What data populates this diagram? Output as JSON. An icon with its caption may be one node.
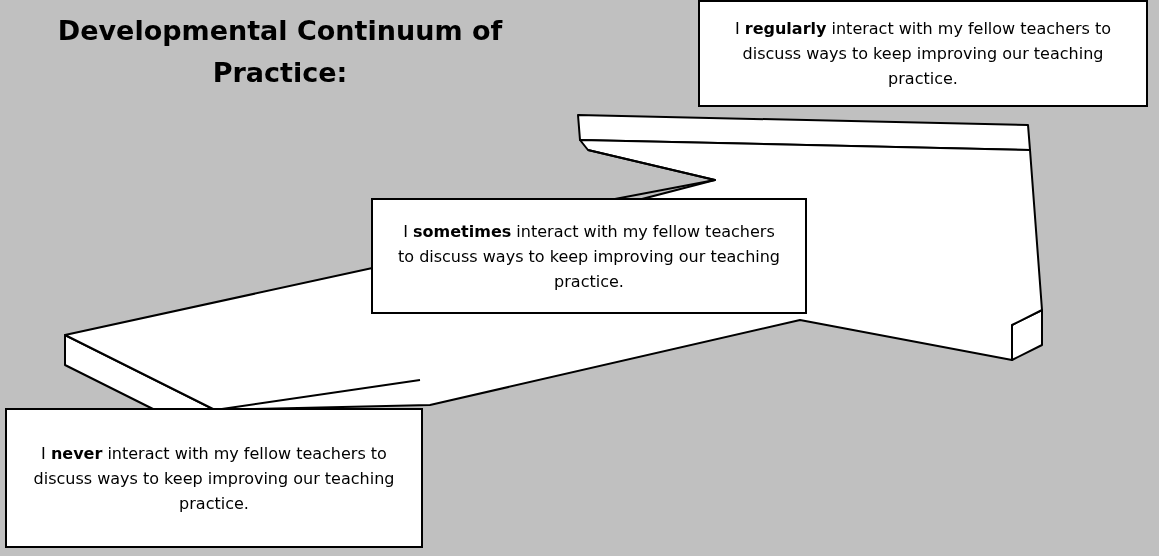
{
  "diagram": {
    "title": "Developmental Continuum of Practice:",
    "nodes": [
      {
        "text": [
          "I **regularly** interact with my fellow teachers to discuss ways to keep improving our teaching practice."
        ]
      },
      {
        "text": [
          "I **sometimes** interact with my fellow teachers to discuss ways to keep improving our teaching practice."
        ]
      },
      {
        "text": [
          "I **never** interact with my fellow teachers to discuss ways to keep improving our teaching practice."
        ]
      }
    ]
  }
}
